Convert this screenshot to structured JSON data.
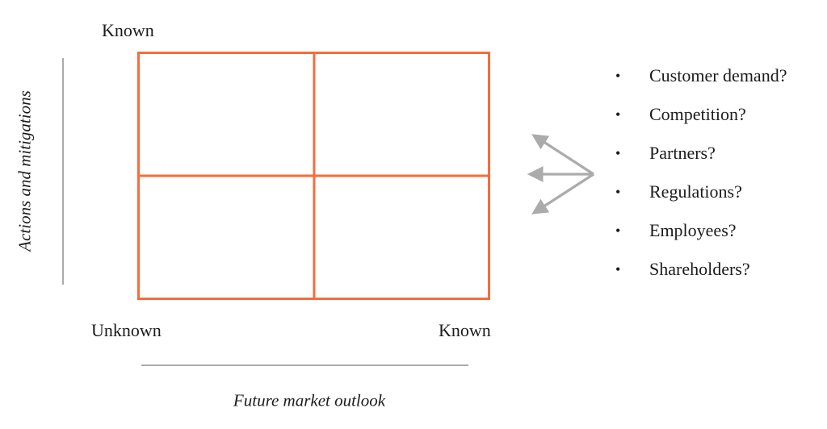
{
  "diagram": {
    "y_axis": {
      "label": "Actions and mitigations",
      "top_tick_label": "Known"
    },
    "x_axis": {
      "label": "Future market outlook",
      "left_tick_label": "Unknown",
      "right_tick_label": "Known"
    },
    "bullet_char": "•",
    "uncertainties": {
      "items": [
        "Customer demand?",
        "Competition?",
        "Partners?",
        "Regulations?",
        "Employees?",
        "Shareholders?"
      ]
    }
  },
  "colors": {
    "matrix_border": "#f76c3c",
    "axis_line_gray": "#ababab",
    "arrow_gray": "#ababab",
    "text": "#1b1b1b",
    "background": "#ffffff"
  }
}
